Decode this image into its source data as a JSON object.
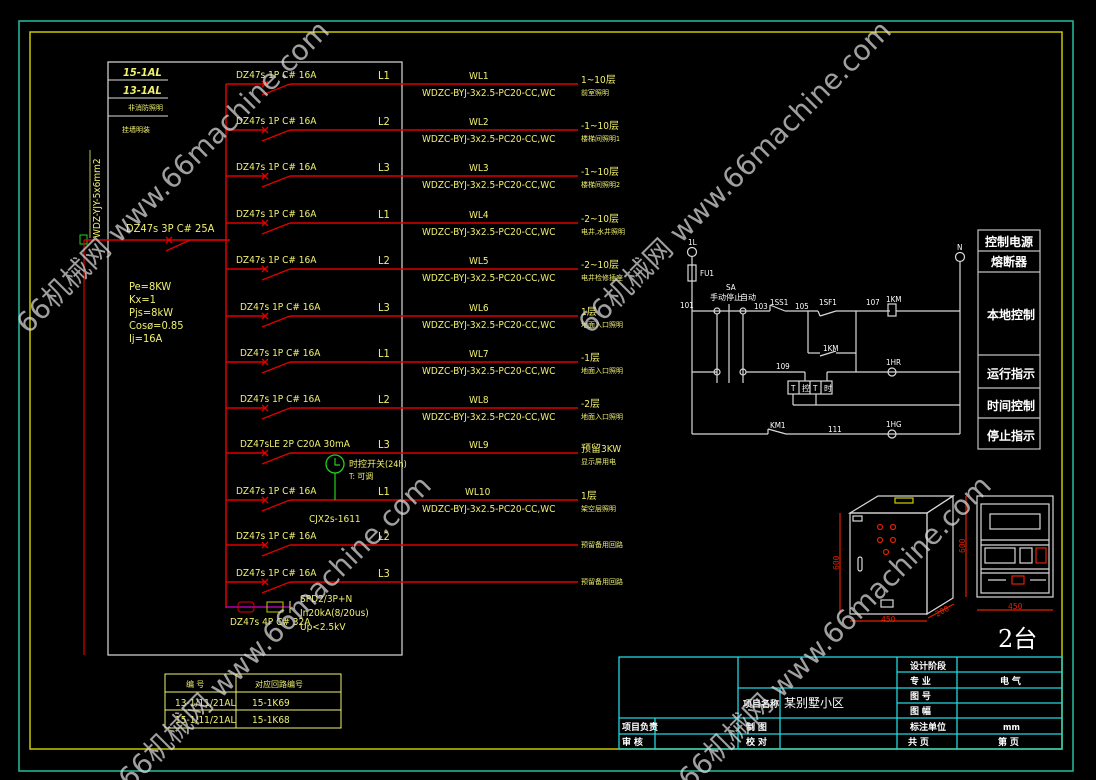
{
  "colors": {
    "background": "#000000",
    "outer_frame": "#22c0a0",
    "inner_frame": "#c8c800",
    "circuit_line": "#e00000",
    "label_text": "#f0f070",
    "control_line": "#e8e8e8",
    "title_block": "#20d8e0",
    "dimension": "#e02000",
    "timer": "#20d020",
    "spd_line": "#d000d0"
  },
  "panel": {
    "ids": [
      "15-1AL",
      "13-1AL"
    ],
    "type_label": "非消防照明",
    "install_label": "挂墙明装",
    "incoming_cable": "WDZ-YJY-5x6mm2",
    "main_breaker": "DZ47s 3P C# 25A",
    "params": [
      "Pe=8KW",
      "Kx=1",
      "Pjs=8kW",
      "Cosø=0.85",
      "Ij=16A"
    ]
  },
  "circuits": [
    {
      "breaker": "DZ47s 1P C# 16A",
      "phase": "L1",
      "id": "WL1",
      "cable": "WDZC-BYJ-3x2.5-PC20-CC,WC",
      "floors": "1~10层",
      "desc": "前室照明"
    },
    {
      "breaker": "DZ47s 1P C# 16A",
      "phase": "L2",
      "id": "WL2",
      "cable": "WDZC-BYJ-3x2.5-PC20-CC,WC",
      "floors": "-1~10层",
      "desc": "楼梯间照明1"
    },
    {
      "breaker": "DZ47s 1P C# 16A",
      "phase": "L3",
      "id": "WL3",
      "cable": "WDZC-BYJ-3x2.5-PC20-CC,WC",
      "floors": "-1~10层",
      "desc": "楼梯间照明2"
    },
    {
      "breaker": "DZ47s 1P C# 16A",
      "phase": "L1",
      "id": "WL4",
      "cable": "WDZC-BYJ-3x2.5-PC20-CC,WC",
      "floors": "-2~10层",
      "desc": "电井,水井照明"
    },
    {
      "breaker": "DZ47s 1P C# 16A",
      "phase": "L2",
      "id": "WL5",
      "cable": "WDZC-BYJ-3x2.5-PC20-CC,WC",
      "floors": "-2~10层",
      "desc": "电井检修插座"
    },
    {
      "breaker": "DZ47s 1P C# 16A",
      "phase": "L3",
      "id": "WL6",
      "cable": "WDZC-BYJ-3x2.5-PC20-CC,WC",
      "floors": "1层",
      "desc": "地面入口照明"
    },
    {
      "breaker": "DZ47s 1P C# 16A",
      "phase": "L1",
      "id": "WL7",
      "cable": "WDZC-BYJ-3x2.5-PC20-CC,WC",
      "floors": "-1层",
      "desc": "地面入口照明"
    },
    {
      "breaker": "DZ47s 1P C# 16A",
      "phase": "L2",
      "id": "WL8",
      "cable": "WDZC-BYJ-3x2.5-PC20-CC,WC",
      "floors": "-2层",
      "desc": "地面入口照明"
    },
    {
      "breaker": "DZ47sLE 2P C20A 30mA",
      "phase": "L3",
      "id": "WL9",
      "cable": "",
      "floors": "预留3KW",
      "desc": "显示屏用电"
    },
    {
      "breaker": "DZ47s 1P C# 16A",
      "phase": "L1",
      "id": "WL10",
      "cable": "WDZC-BYJ-3x2.5-PC20-CC,WC",
      "floors": "1层",
      "desc": "架空层照明"
    },
    {
      "breaker": "DZ47s 1P C# 16A",
      "phase": "L2",
      "id": "",
      "cable": "",
      "floors": "",
      "desc": "预留备用回路"
    },
    {
      "breaker": "DZ47s 1P C# 16A",
      "phase": "L3",
      "id": "",
      "cable": "",
      "floors": "",
      "desc": "预留备用回路"
    }
  ],
  "timer": {
    "label": "时控开关(24h)",
    "sub": "T: 可调",
    "contactor": "CJX2s-1611"
  },
  "spd": {
    "breaker": "DZ47s 4P C# 32A",
    "lines": [
      "SPD2/3P+N",
      "In20kA(8/20us)",
      "Up<2.5kV"
    ]
  },
  "lookup_table": {
    "headers": [
      "编 号",
      "对应回路编号"
    ],
    "rows": [
      [
        "13-1/11/21AL",
        "15-1K69"
      ],
      [
        "15-1/11/21AL",
        "15-1K68"
      ]
    ]
  },
  "control": {
    "labels": {
      "top_left": "1L",
      "top_right": "N",
      "fuse": "FU1",
      "n101": "101",
      "manual": "手动",
      "stop": "停止",
      "auto": "自动",
      "switch": "SA",
      "n103": "103",
      "ss1": "1SS1",
      "n105": "105",
      "sf1": "1SF1",
      "n107": "107",
      "km1": "1KM",
      "km_aux": "1KM",
      "n109": "109",
      "hr": "1HR",
      "timer_terms": [
        "T",
        "控",
        "T",
        "时"
      ],
      "kt": "KM1",
      "n111": "111",
      "hg": "1HG"
    },
    "legend": [
      "控制电源",
      "熔断器",
      "本地控制",
      "运行指示",
      "时间控制",
      "停止指示"
    ]
  },
  "enclosure": {
    "width": "450",
    "height": "600",
    "depth": "200",
    "quantity": "2台"
  },
  "title_block": {
    "design_stage_label": "设计阶段",
    "discipline_label": "专  业",
    "discipline_value": "电 气",
    "drawing_no_label": "图  号",
    "sheet_size_label": "图  幅",
    "unit_label": "标注单位",
    "unit_value": "mm",
    "total_label": "共   页",
    "page_label": "第  页",
    "project_name_label": "项目名称",
    "project_name_value": "某别墅小区",
    "project_lead_label": "项目负责",
    "drawn_label": "制  图",
    "review_label": "审  核",
    "check_label": "校  对"
  },
  "watermark": "66机械网 www.66machine.com"
}
